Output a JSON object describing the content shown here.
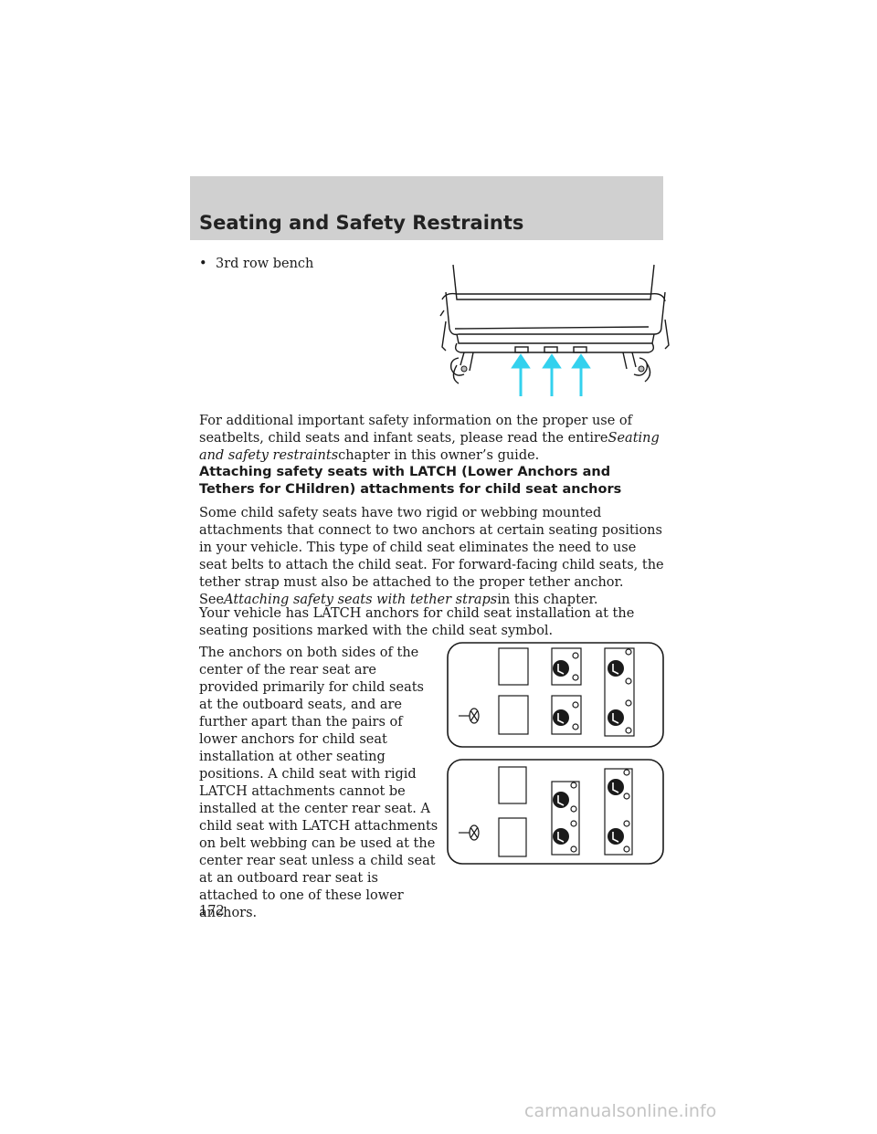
{
  "header": {
    "section_title": "Seating and Safety Restraints"
  },
  "bullet": {
    "symbol": "•",
    "text": "3rd row bench"
  },
  "paragraph1": {
    "text_a": "For additional important safety information on the proper use of seatbelts, child seats and infant seats, please read the entire",
    "italic": "Seating and safety restraints",
    "text_b": "chapter in this owner’s guide."
  },
  "subheading": "Attaching safety seats with LATCH (Lower Anchors and Tethers for CHildren) attachments for child seat anchors",
  "paragraph2": {
    "text_a": "Some child safety seats have two rigid or webbing mounted attachments that connect to two anchors at certain seating positions in your vehicle. This type of child seat eliminates the need to use seat belts to attach the child seat. For forward-facing child seats, the tether strap must also be attached to the proper tether anchor. See",
    "italic": "Attaching safety seats with tether straps",
    "text_b": "in this chapter."
  },
  "paragraph3": "Your vehicle has LATCH anchors for child seat installation at the seating positions marked with the child seat symbol.",
  "paragraph4": "The anchors on both sides of the center of the rear seat are provided primarily for child seats at the outboard seats, and are further apart than the pairs of lower anchors for child seat installation at other seating positions. A child seat with rigid LATCH attachments cannot be installed at the center rear seat. A child seat with LATCH attachments on belt webbing can be used at the center rear seat unless a child seat at an outboard rear seat is attached to one of these lower anchors.",
  "page_number": "172",
  "watermark": "carmanualsonline.info",
  "colors": {
    "header_band": "#d0d0d0",
    "arrow": "#33d1ee",
    "text": "#1a1a1a"
  },
  "icons": {
    "seat_diagram": "bench-seat-illustration",
    "arrows": "up-arrow-icon",
    "child_seat": "child-seat-icon"
  }
}
